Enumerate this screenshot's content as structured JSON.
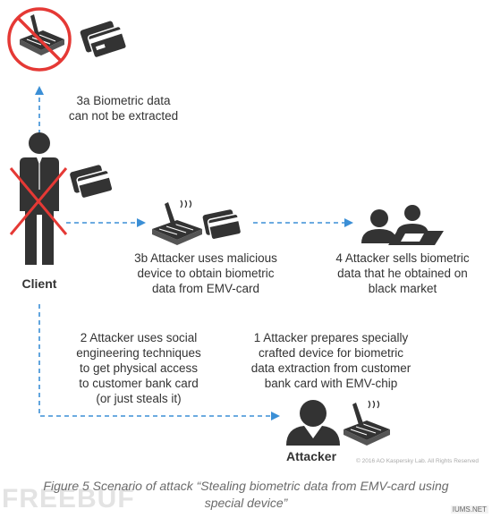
{
  "colors": {
    "arrow": "#3b8fd6",
    "cross": "#e53935",
    "icon": "#333333",
    "caption": "#6b6b6b"
  },
  "steps": {
    "s3a": [
      "3a Biometric data",
      "can not be extracted"
    ],
    "s3b": [
      "3b Attacker uses malicious",
      "device to obtain biometric",
      "data from EMV-card"
    ],
    "s4": [
      "4 Attacker sells biometric",
      "data that he obtained on",
      "black market"
    ],
    "s2": [
      "2 Attacker uses social",
      "engineering techniques",
      "to get physical access",
      "to customer bank card",
      "(or just steals it)"
    ],
    "s1": [
      "1 Attacker prepares specially",
      "crafted device for biometric",
      "data extraction from customer",
      "bank card with EMV-chip"
    ]
  },
  "labels": {
    "client": "Client",
    "attacker": "Attacker"
  },
  "copyright": "© 2016 AO Kaspersky Lab. All Rights Reserved",
  "caption": [
    "Figure 5 Scenario of attack “Stealing biometric data from EMV-card using",
    "special device”"
  ],
  "watermark": "FREEBUF",
  "watermark2": "IUMS.NET",
  "icons": [
    "blocked-device-icon",
    "bank-card-icon",
    "crossed-client-icon",
    "malicious-device-icon",
    "people-at-table-icon",
    "attacker-icon"
  ]
}
